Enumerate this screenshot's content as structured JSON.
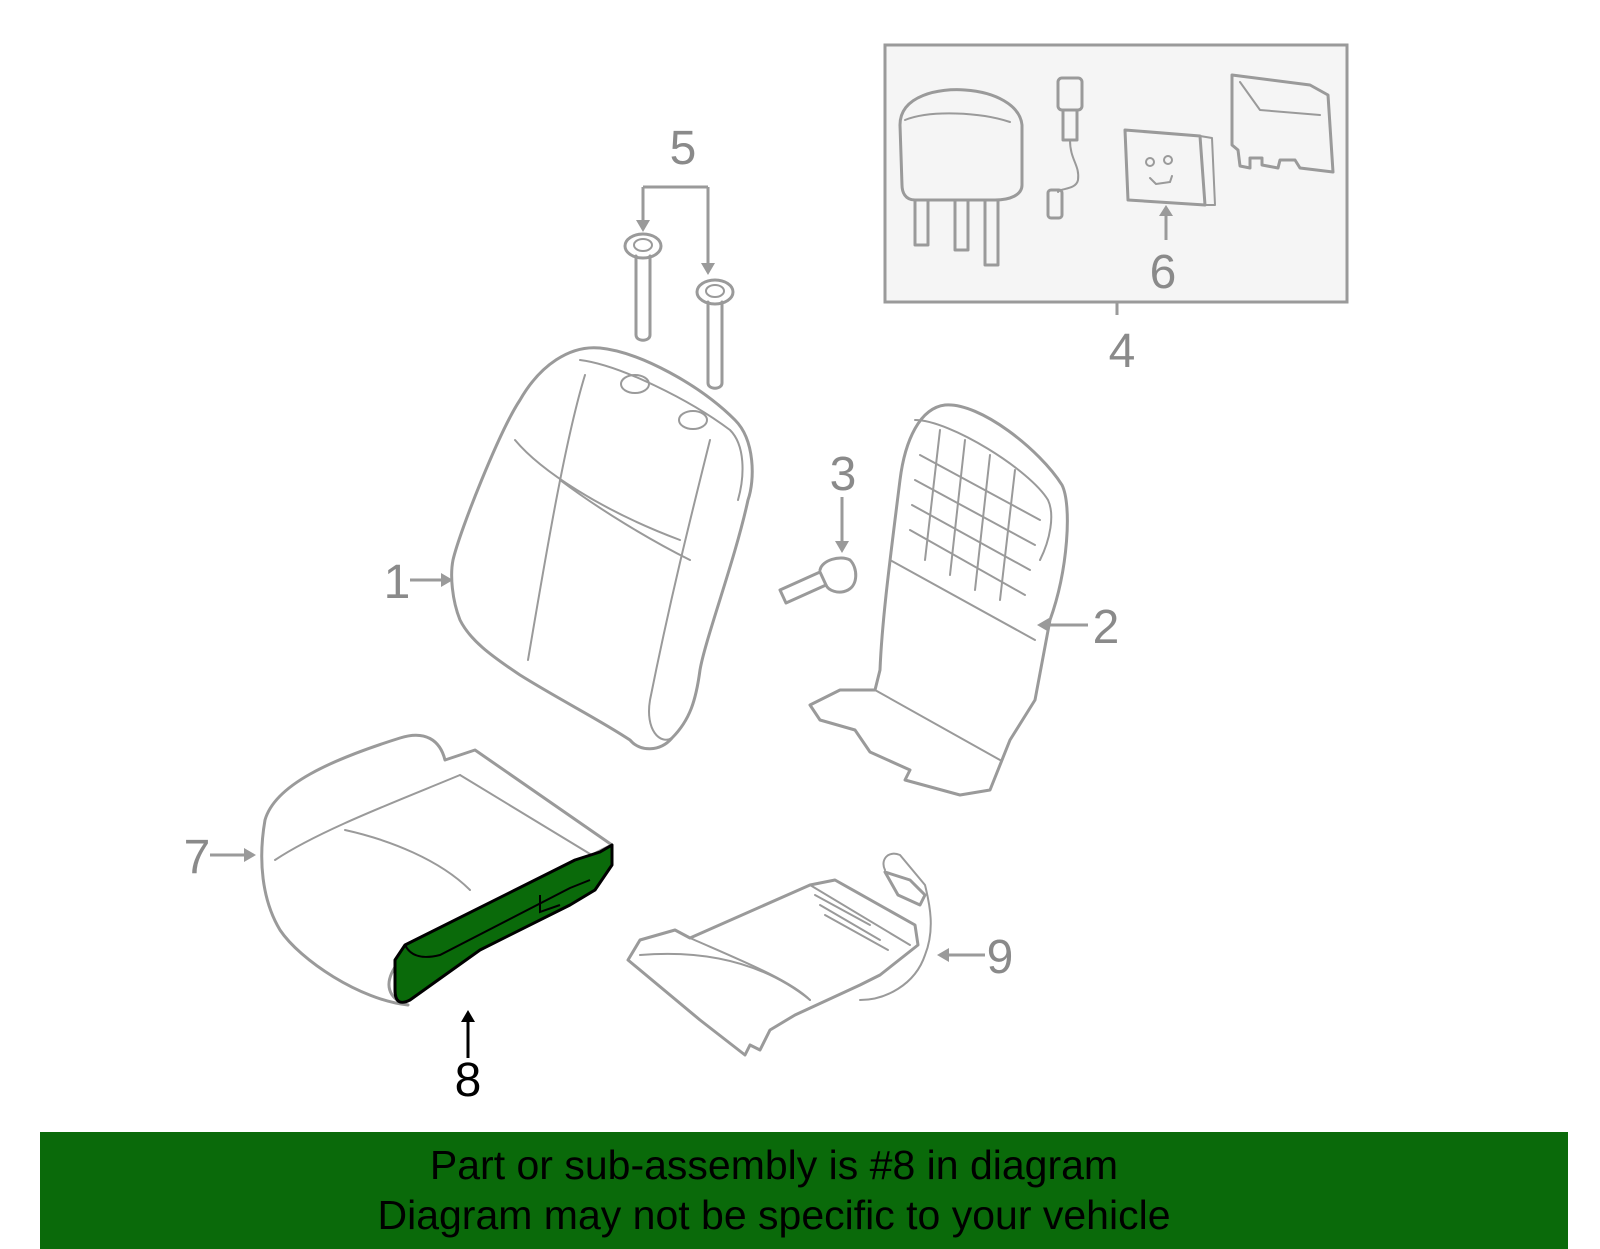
{
  "callouts": {
    "c1": "1",
    "c2": "2",
    "c3": "3",
    "c4": "4",
    "c5": "5",
    "c6": "6",
    "c7": "7",
    "c8": "8",
    "c9": "9"
  },
  "highlighted_part": "8",
  "colors": {
    "highlight_fill": "#0a6a0a",
    "banner_background": "#0a6a0a",
    "line": "#9a9a9a",
    "inset_background": "#f5f5f5"
  },
  "banner": {
    "line1": "Part or sub-assembly is #8 in diagram",
    "line2": "Diagram may not be specific to your vehicle"
  }
}
